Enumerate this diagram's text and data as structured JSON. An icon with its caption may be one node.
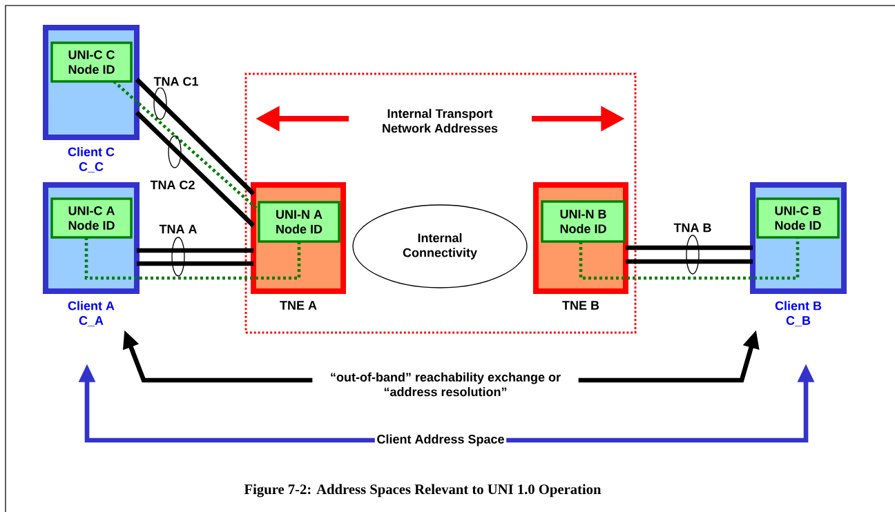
{
  "diagram": {
    "caption": "Figure 7-2: Address Spaces Relevant to UNI 1.0 Operation",
    "nodes": [
      {
        "text": [
          "Client C C_C"
        ]
      },
      {
        "text": [
          "UNI-C C Node ID"
        ],
        "in": 0
      },
      {
        "text": [
          "Client A C_A"
        ]
      },
      {
        "text": [
          "UNI-C A Node ID"
        ],
        "in": 2
      },
      {
        "text": [
          "Internal Transport Network Addresses"
        ]
      },
      {
        "text": [
          "TNE A"
        ],
        "in": 4
      },
      {
        "text": [
          "UNI-N A Node ID"
        ],
        "in": 5
      },
      {
        "text": [
          "Internal Connectivity"
        ],
        "in": 4
      },
      {
        "text": [
          "TNE B"
        ],
        "in": 4
      },
      {
        "text": [
          "UNI-N B Node ID"
        ],
        "in": 8
      },
      {
        "text": [
          "Client B C_B"
        ]
      },
      {
        "text": [
          "UNI-C B Node ID"
        ],
        "in": 10
      }
    ],
    "edges": [
      {
        "from": 0,
        "to": 5,
        "arrow": "none",
        "label": "TNA C1"
      },
      {
        "from": 0,
        "to": 5,
        "arrow": "none",
        "label": "TNA C2"
      },
      {
        "from": 2,
        "to": 5,
        "arrow": "none",
        "label": "TNA A"
      },
      {
        "from": 2,
        "to": 5,
        "arrow": "none"
      },
      {
        "from": 8,
        "to": 10,
        "arrow": "none",
        "label": "TNA B"
      },
      {
        "from": 8,
        "to": 10,
        "arrow": "none"
      },
      {
        "from": 1,
        "to": 6,
        "arrow": "none",
        "style": "dashed",
        "color": "#008000"
      },
      {
        "from": 3,
        "to": 6,
        "arrow": "none",
        "style": "dashed",
        "color": "#008000"
      },
      {
        "from": 9,
        "to": 11,
        "arrow": "none",
        "style": "dashed",
        "color": "#008000"
      },
      {
        "from": 2,
        "to": 10,
        "arrow": "both",
        "label": "“out-of-band” reachability exchange or “address resolution”"
      },
      {
        "from": 2,
        "to": 10,
        "arrow": "both",
        "label": "Client Address Space",
        "color": "#3333cc"
      }
    ]
  }
}
